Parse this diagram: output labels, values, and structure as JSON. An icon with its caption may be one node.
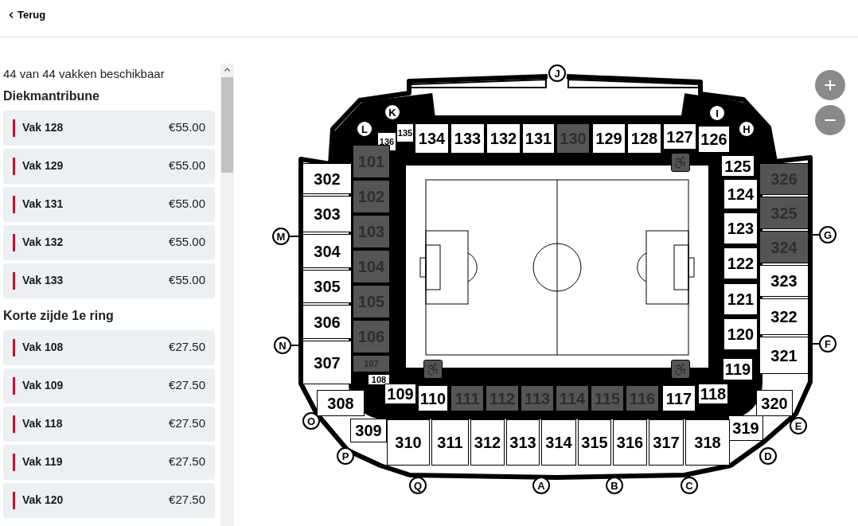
{
  "diagram": {
    "nodes": [
      {
        "text": [
          "Vak 128",
          "€55.00"
        ]
      },
      {
        "text": [
          "Vak 129",
          "€55.00"
        ]
      },
      {
        "text": [
          "Vak 131",
          "€55.00"
        ]
      },
      {
        "text": [
          "Vak 132",
          "€55.00"
        ]
      },
      {
        "text": [
          "Vak 133",
          "€55.00"
        ]
      },
      {
        "text": [
          "Vak 108",
          "€27.50"
        ]
      },
      {
        "text": [
          "Vak 109",
          "€27.50"
        ]
      },
      {
        "text": [
          "Vak 118",
          "€27.50"
        ]
      },
      {
        "text": [
          "Vak 119",
          "€27.50"
        ]
      },
      {
        "text": [
          "Vak 120",
          "€27.50"
        ]
      },
      {
        "text": [
          "135"
        ]
      },
      {
        "text": [
          "136"
        ]
      },
      {
        "text": [
          "134"
        ]
      },
      {
        "text": [
          "133"
        ]
      },
      {
        "text": [
          "132"
        ]
      },
      {
        "text": [
          "131"
        ]
      },
      {
        "text": [
          "130"
        ]
      },
      {
        "text": [
          "129"
        ]
      },
      {
        "text": [
          "128"
        ]
      },
      {
        "text": [
          "127"
        ]
      },
      {
        "text": [
          "126"
        ]
      },
      {
        "text": [
          "125"
        ]
      },
      {
        "text": [
          "302"
        ]
      },
      {
        "text": [
          "101"
        ]
      },
      {
        "text": [
          "102"
        ]
      },
      {
        "text": [
          "103"
        ]
      },
      {
        "text": [
          "104"
        ]
      },
      {
        "text": [
          "105"
        ]
      },
      {
        "text": [
          "106"
        ]
      },
      {
        "text": [
          "107"
        ]
      },
      {
        "text": [
          "124"
        ]
      },
      {
        "text": [
          "123"
        ]
      },
      {
        "text": [
          "122"
        ]
      },
      {
        "text": [
          "121"
        ]
      },
      {
        "text": [
          "120"
        ]
      },
      {
        "text": [
          "326"
        ]
      },
      {
        "text": [
          "325"
        ]
      },
      {
        "text": [
          "324"
        ]
      },
      {
        "text": [
          "323"
        ]
      },
      {
        "text": [
          "322"
        ]
      },
      {
        "text": [
          "321"
        ]
      },
      {
        "text": [
          "303"
        ]
      },
      {
        "text": [
          "304"
        ]
      },
      {
        "text": [
          "305"
        ]
      },
      {
        "text": [
          "306"
        ]
      },
      {
        "text": [
          "307"
        ]
      },
      {
        "text": [
          "108"
        ]
      },
      {
        "text": [
          "109"
        ]
      },
      {
        "text": [
          "110"
        ]
      },
      {
        "text": [
          "111"
        ]
      },
      {
        "text": [
          "112"
        ]
      },
      {
        "text": [
          "113"
        ]
      },
      {
        "text": [
          "114"
        ]
      },
      {
        "text": [
          "115"
        ]
      },
      {
        "text": [
          "116"
        ]
      },
      {
        "text": [
          "117"
        ]
      },
      {
        "text": [
          "118"
        ]
      },
      {
        "text": [
          "119"
        ]
      },
      {
        "text": [
          "308"
        ]
      },
      {
        "text": [
          "309"
        ]
      },
      {
        "text": [
          "320"
        ]
      },
      {
        "text": [
          "319"
        ]
      },
      {
        "text": [
          "310"
        ]
      },
      {
        "text": [
          "311"
        ]
      },
      {
        "text": [
          "312"
        ]
      },
      {
        "text": [
          "313"
        ]
      },
      {
        "text": [
          "314"
        ]
      },
      {
        "text": [
          "315"
        ]
      },
      {
        "text": [
          "316"
        ]
      },
      {
        "text": [
          "317"
        ]
      },
      {
        "text": [
          "318"
        ]
      },
      {
        "text": [
          "J"
        ]
      },
      {
        "text": [
          "K"
        ]
      },
      {
        "text": [
          "I"
        ]
      },
      {
        "text": [
          "L"
        ]
      },
      {
        "text": [
          "H"
        ]
      },
      {
        "text": [
          "G"
        ]
      },
      {
        "text": [
          "M"
        ]
      },
      {
        "text": [
          "F"
        ]
      },
      {
        "text": [
          "N"
        ]
      },
      {
        "text": [
          "O"
        ]
      },
      {
        "text": [
          "E"
        ]
      },
      {
        "text": [
          "P"
        ]
      },
      {
        "text": [
          "D"
        ]
      },
      {
        "text": [
          "Q"
        ]
      },
      {
        "text": [
          "A"
        ]
      },
      {
        "text": [
          "B"
        ]
      },
      {
        "text": [
          "C"
        ]
      }
    ],
    "labels": [
      "Terug",
      "44 van 44 vakken beschikbaar",
      "Diekmantribune",
      "Korte zijde 1e ring"
    ]
  }
}
